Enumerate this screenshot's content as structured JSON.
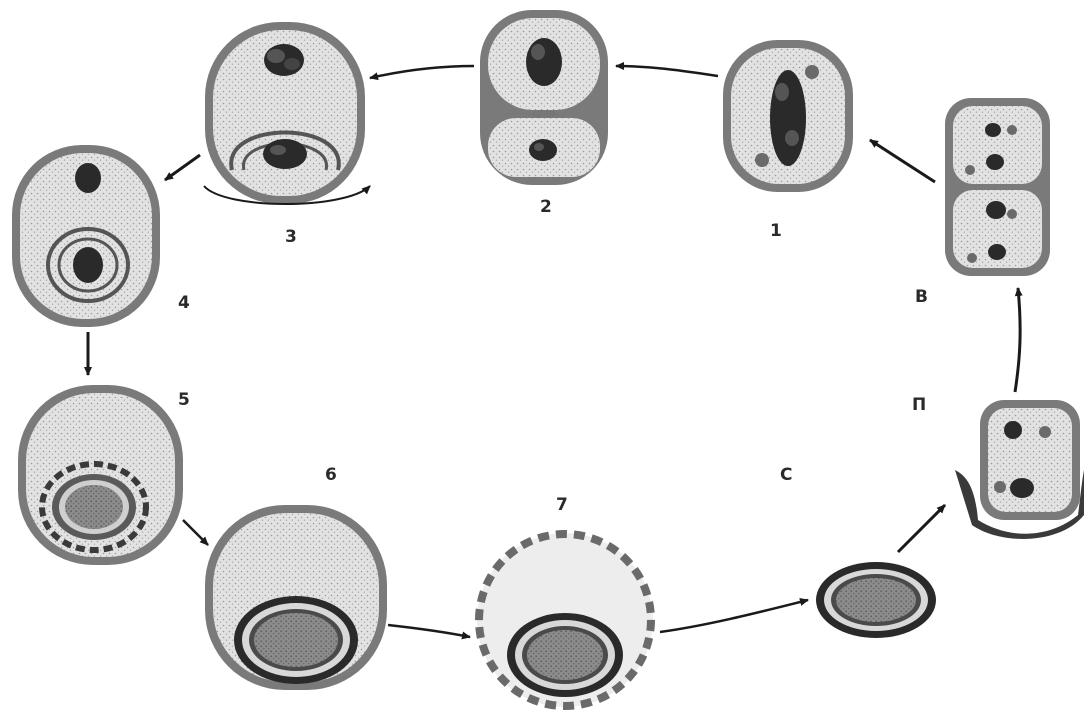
{
  "diagram": {
    "labels": {
      "stage_1": "1",
      "stage_2": "2",
      "stage_3": "3",
      "stage_4": "4",
      "stage_5": "5",
      "stage_6": "6",
      "stage_7": "7",
      "stage_B": "B",
      "stage_П": "П",
      "stage_C": "C"
    }
  }
}
